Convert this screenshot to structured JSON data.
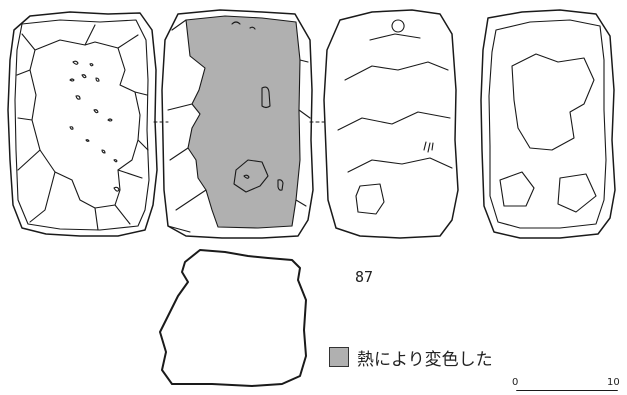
{
  "figure_number": "87",
  "legend": {
    "label": "熱により変色した",
    "swatch_color": "#b0b0b0"
  },
  "scale": {
    "start": "0",
    "end": "10"
  },
  "colors": {
    "line": "#1a1a1a",
    "shade": "#b0b0b0",
    "paper": "#ffffff"
  },
  "views": [
    "front-face",
    "side-face-heated",
    "rear-face",
    "other-side-face"
  ]
}
